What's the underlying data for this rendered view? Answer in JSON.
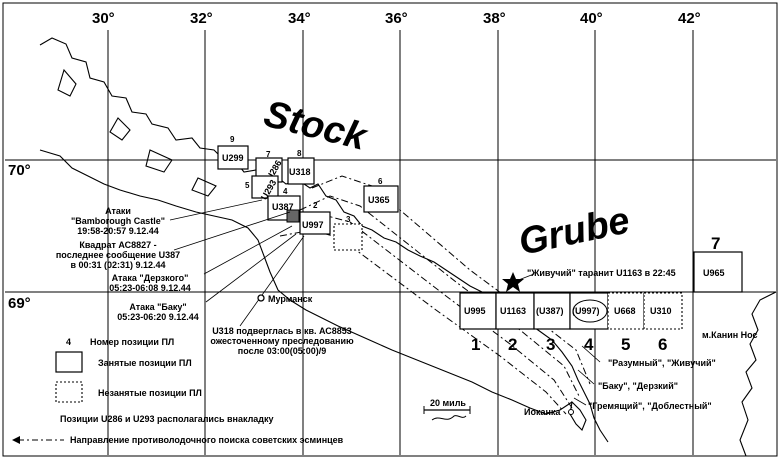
{
  "longitudes": [
    "30°",
    "32°",
    "34°",
    "36°",
    "38°",
    "40°",
    "42°"
  ],
  "latitudes": [
    "70°",
    "69°"
  ],
  "regions": {
    "stock": "Stock",
    "grube": "Grube"
  },
  "boxes": [
    {
      "id": "U299",
      "num": "9"
    },
    {
      "id": "U286",
      "num": "7"
    },
    {
      "id": "U318",
      "num": "8"
    },
    {
      "id": "U293",
      "num": "5"
    },
    {
      "id": "U387",
      "num": "4"
    },
    {
      "id": "U997",
      "num": "2"
    },
    {
      "id": "U365",
      "num": "6"
    },
    {
      "id": "",
      "num": "3"
    },
    {
      "id": "U995",
      "num": ""
    },
    {
      "id": "U1163",
      "num": ""
    },
    {
      "id": "(U387)",
      "num": ""
    },
    {
      "id": "(U997)",
      "num": ""
    },
    {
      "id": "U668",
      "num": ""
    },
    {
      "id": "U310",
      "num": ""
    },
    {
      "id": "U965",
      "num": "7"
    }
  ],
  "sectors": [
    "1",
    "2",
    "3",
    "4",
    "5",
    "6"
  ],
  "annotations": {
    "attacks_bamborough": [
      "Атаки",
      "\"Bamborough Castle\"",
      "19:58-20:57 9.12.44"
    ],
    "square_ac8827": [
      "Квадрат АС8827 -",
      "последнее сообщение U387",
      "в 00:31 (02:31) 9.12.44"
    ],
    "attack_derzkiy": [
      "Атака \"Дерзкого\"",
      "05:23-06:08 9.12.44"
    ],
    "attack_baku": [
      "Атака \"Баку\"",
      "05:23-06:20 9.12.44"
    ],
    "u318_pursuit": [
      "U318 подверглась в кв. АС8853",
      "ожесточенному преследованию",
      "после 03:00(05:00)/9"
    ],
    "murmansk": "Мурманск",
    "zhivuchiy_ram": "\"Живучий\" таранит U1163 в 22:45",
    "kanin_nos": "м.Канин Нос",
    "razumny_zhivuchiy": "\"Разумный\", \"Живучий\"",
    "baku_derzkiy": "\"Баку\", \"Дерзкий\"",
    "gremyashchiy_doblestny": "\"Гремящий\", \"Доблестный\"",
    "iokanka": "Иоканка",
    "scale": "20 миль"
  },
  "legend": {
    "position_number": "Номер позиции ПЛ",
    "position_number_example": "4",
    "occupied": "Занятые позиции ПЛ",
    "unoccupied": "Незанятые позиции ПЛ",
    "overlap_note": "Позиции U286 и U293 располагались внакладку",
    "search_direction": "Направление противолодочного поиска советских эсминцев"
  }
}
